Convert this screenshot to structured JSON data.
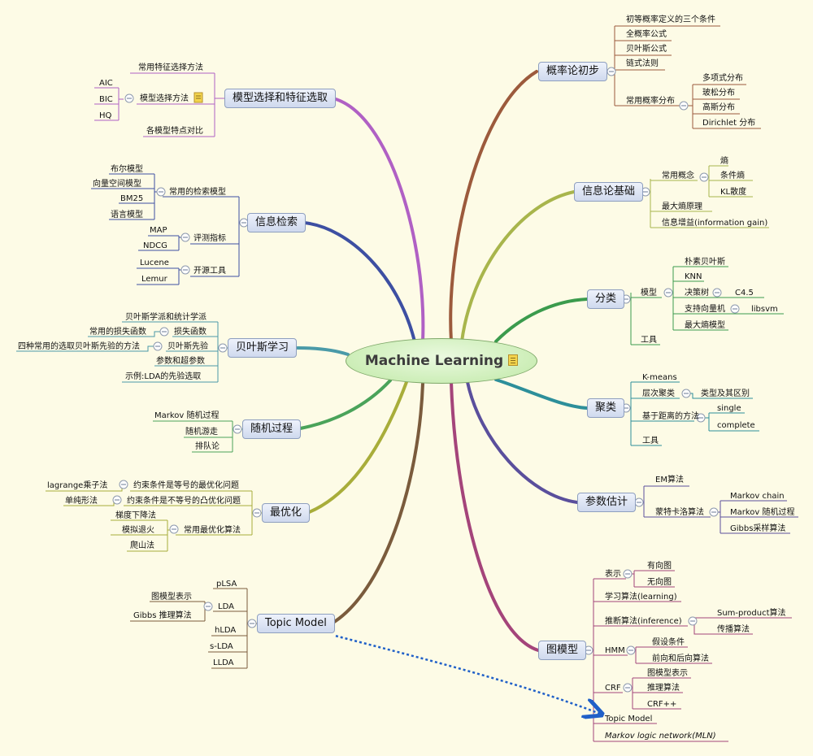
{
  "center": {
    "title": "Machine Learning"
  },
  "topics": {
    "prob": "概率论初步",
    "info": "信息论基础",
    "classify": "分类",
    "cluster": "聚类",
    "param": "参数估计",
    "graph": "图模型",
    "model_sel": "模型选择和特征选取",
    "retrieval": "信息检索",
    "bayes": "贝叶斯学习",
    "random": "随机过程",
    "optim": "最优化",
    "topic_model": "Topic Model"
  },
  "labels": {
    "prob_1": "初等概率定义的三个条件",
    "prob_2": "全概率公式",
    "prob_3": "贝叶斯公式",
    "prob_4": "链式法则",
    "prob_5": "常用概率分布",
    "prob_5_1": "多项式分布",
    "prob_5_2": "玻松分布",
    "prob_5_3": "高斯分布",
    "prob_5_4": "Dirichlet 分布",
    "info_1": "常用概念",
    "info_1_1": "熵",
    "info_1_2": "条件熵",
    "info_1_3": "KL散度",
    "info_2": "最大熵原理",
    "info_3": "信息增益(information gain)",
    "cls_1": "模型",
    "cls_1_1": "朴素贝叶斯",
    "cls_1_2": "KNN",
    "cls_1_3": "决策树",
    "cls_1_3_1": "C4.5",
    "cls_1_4": "支持向量机",
    "cls_1_4_1": "libsvm",
    "cls_1_5": "最大熵模型",
    "cls_2": "工具",
    "clu_1": "K-means",
    "clu_2": "层次聚类",
    "clu_2_1": "类型及其区别",
    "clu_3": "基于距离的方法",
    "clu_3_1": "single",
    "clu_3_2": "complete",
    "clu_4": "工具",
    "par_1": "EM算法",
    "par_2": "蒙特卡洛算法",
    "par_2_1": "Markov chain",
    "par_2_2": "Markov 随机过程",
    "par_2_3": "Gibbs采样算法",
    "gm_1": "表示",
    "gm_1_1": "有向图",
    "gm_1_2": "无向图",
    "gm_2": "学习算法(learning)",
    "gm_3": "推断算法(inference)",
    "gm_3_1": "Sum-product算法",
    "gm_3_2": "传播算法",
    "gm_4": "HMM",
    "gm_4_1": "假设条件",
    "gm_4_2": "前向和后向算法",
    "gm_5": "CRF",
    "gm_5_1": "图模型表示",
    "gm_5_2": "推理算法",
    "gm_5_3": "CRF++",
    "gm_6": "Topic Model",
    "gm_7": "Markov logic network(MLN)",
    "ms_1": "常用特征选择方法",
    "ms_2": "模型选择方法",
    "ms_2_1": "AIC",
    "ms_2_2": "BIC",
    "ms_2_3": "HQ",
    "ms_3": "各模型特点对比",
    "ir_1": "常用的检索模型",
    "ir_1_1": "布尔模型",
    "ir_1_2": "向量空间模型",
    "ir_1_3": "BM25",
    "ir_1_4": "语言模型",
    "ir_2": "评测指标",
    "ir_2_1": "MAP",
    "ir_2_2": "NDCG",
    "ir_3": "开源工具",
    "ir_3_1": "Lucene",
    "ir_3_2": "Lemur",
    "by_1": "贝叶斯学派和统计学派",
    "by_2": "损失函数",
    "by_2_1": "常用的损失函数",
    "by_3": "贝叶斯先验",
    "by_3_1": "四种常用的选取贝叶斯先验的方法",
    "by_4": "参数和超参数",
    "by_5": "示例:LDA的先验选取",
    "rp_1": "Markov 随机过程",
    "rp_2": "随机游走",
    "rp_3": "排队论",
    "op_1": "约束条件是等号的最优化问题",
    "op_1_1": "lagrange乘子法",
    "op_2": "约束条件是不等号的凸优化问题",
    "op_2_1": "单纯形法",
    "op_3": "常用最优化算法",
    "op_3_1": "梯度下降法",
    "op_3_2": "模拟退火",
    "op_3_3": "爬山法",
    "tm_1": "pLSA",
    "tm_2": "LDA",
    "tm_2_1": "图模型表示",
    "tm_2_2": "Gibbs 推理算法",
    "tm_3": "hLDA",
    "tm_4": "s-LDA",
    "tm_5": "LLDA"
  },
  "colors": {
    "prob": "#9c5a3c",
    "info": "#a8b54c",
    "classify": "#3b9b4d",
    "cluster": "#2d8f9a",
    "param": "#5a4f9c",
    "graph": "#a4447a",
    "model_sel": "#b060c4",
    "retrieval": "#3d4fa2",
    "bayes": "#4a9aa8",
    "random": "#4aa35a",
    "optim": "#a8ad3a",
    "topic_model": "#7a5b3c",
    "dashed_arrow": "#2060c8",
    "center_fill": "#cdeeb8"
  }
}
